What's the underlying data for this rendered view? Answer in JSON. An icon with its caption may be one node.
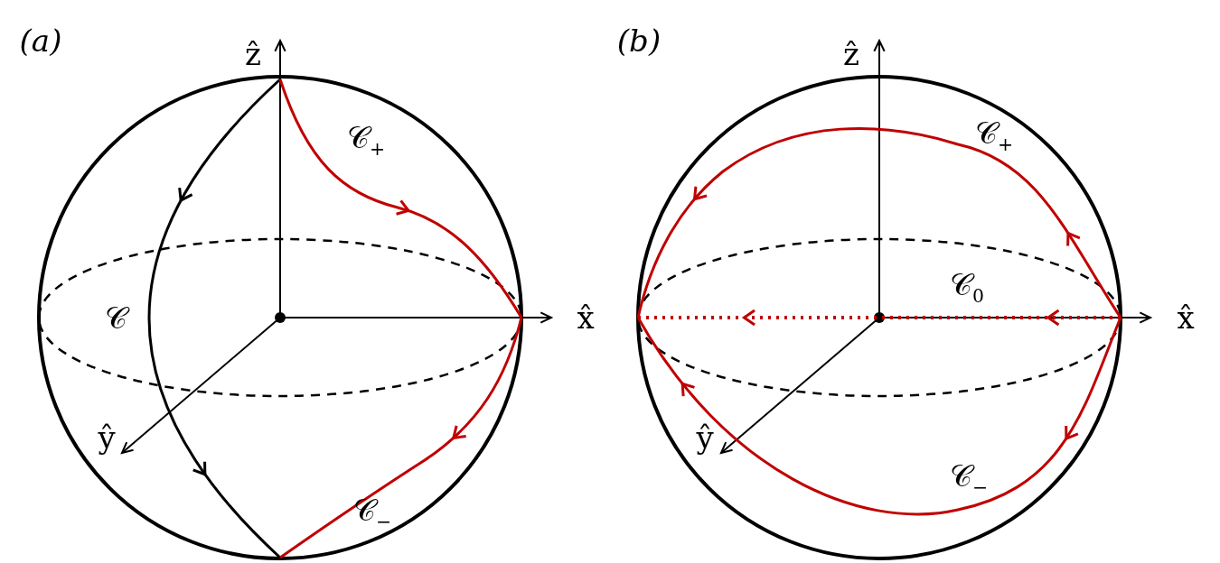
{
  "diagram": {
    "labels": [
      "(a)",
      "ẑ",
      "𝒞$_{+}$",
      "𝒞",
      "x̂",
      "ŷ",
      "𝒞$_{−}$",
      "(b)",
      "ẑ",
      "𝒞$_{+}$",
      "𝒞$_{0}$",
      "x̂",
      "ŷ",
      "𝒞$_{−}$"
    ]
  }
}
